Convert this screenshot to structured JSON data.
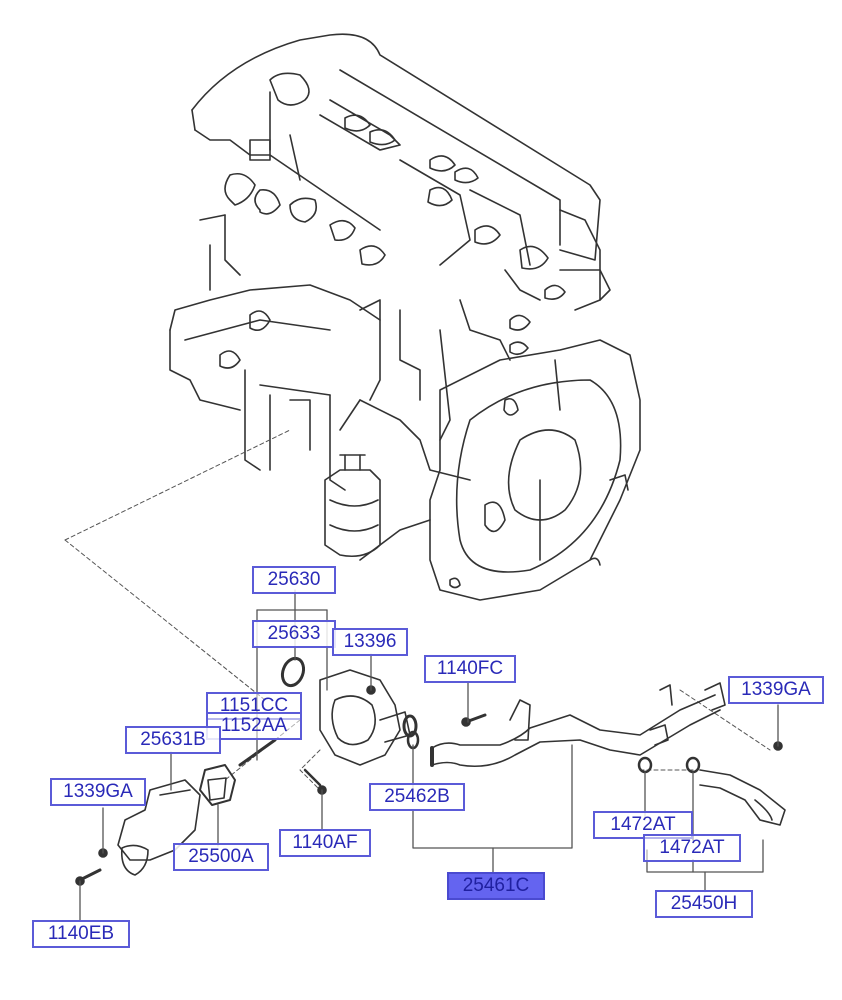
{
  "diagram": {
    "title": "Engine coolant thermostat housing and water pipe assembly",
    "accent_color": "#5b5bd8",
    "selected_color": "#6464f0",
    "engine_label": "engine-assembly",
    "parts": [
      {
        "id": "25630",
        "label": "25630",
        "selected": false
      },
      {
        "id": "25633",
        "label": "25633",
        "selected": false
      },
      {
        "id": "13396",
        "label": "13396",
        "selected": false
      },
      {
        "id": "1151CC",
        "label": "1151CC",
        "selected": false
      },
      {
        "id": "1152AA",
        "label": "1152AA",
        "selected": false
      },
      {
        "id": "25631B",
        "label": "25631B",
        "selected": false
      },
      {
        "id": "1339GA-left",
        "label": "1339GA",
        "selected": false
      },
      {
        "id": "25500A",
        "label": "25500A",
        "selected": false
      },
      {
        "id": "1140AF",
        "label": "1140AF",
        "selected": false
      },
      {
        "id": "1140EB",
        "label": "1140EB",
        "selected": false
      },
      {
        "id": "1140FC",
        "label": "1140FC",
        "selected": false
      },
      {
        "id": "25462B",
        "label": "25462B",
        "selected": false
      },
      {
        "id": "25461C",
        "label": "25461C",
        "selected": true
      },
      {
        "id": "1339GA-right",
        "label": "1339GA",
        "selected": false
      },
      {
        "id": "1472AT-1",
        "label": "1472AT",
        "selected": false
      },
      {
        "id": "1472AT-2",
        "label": "1472AT",
        "selected": false
      },
      {
        "id": "25450H",
        "label": "25450H",
        "selected": false
      }
    ]
  }
}
